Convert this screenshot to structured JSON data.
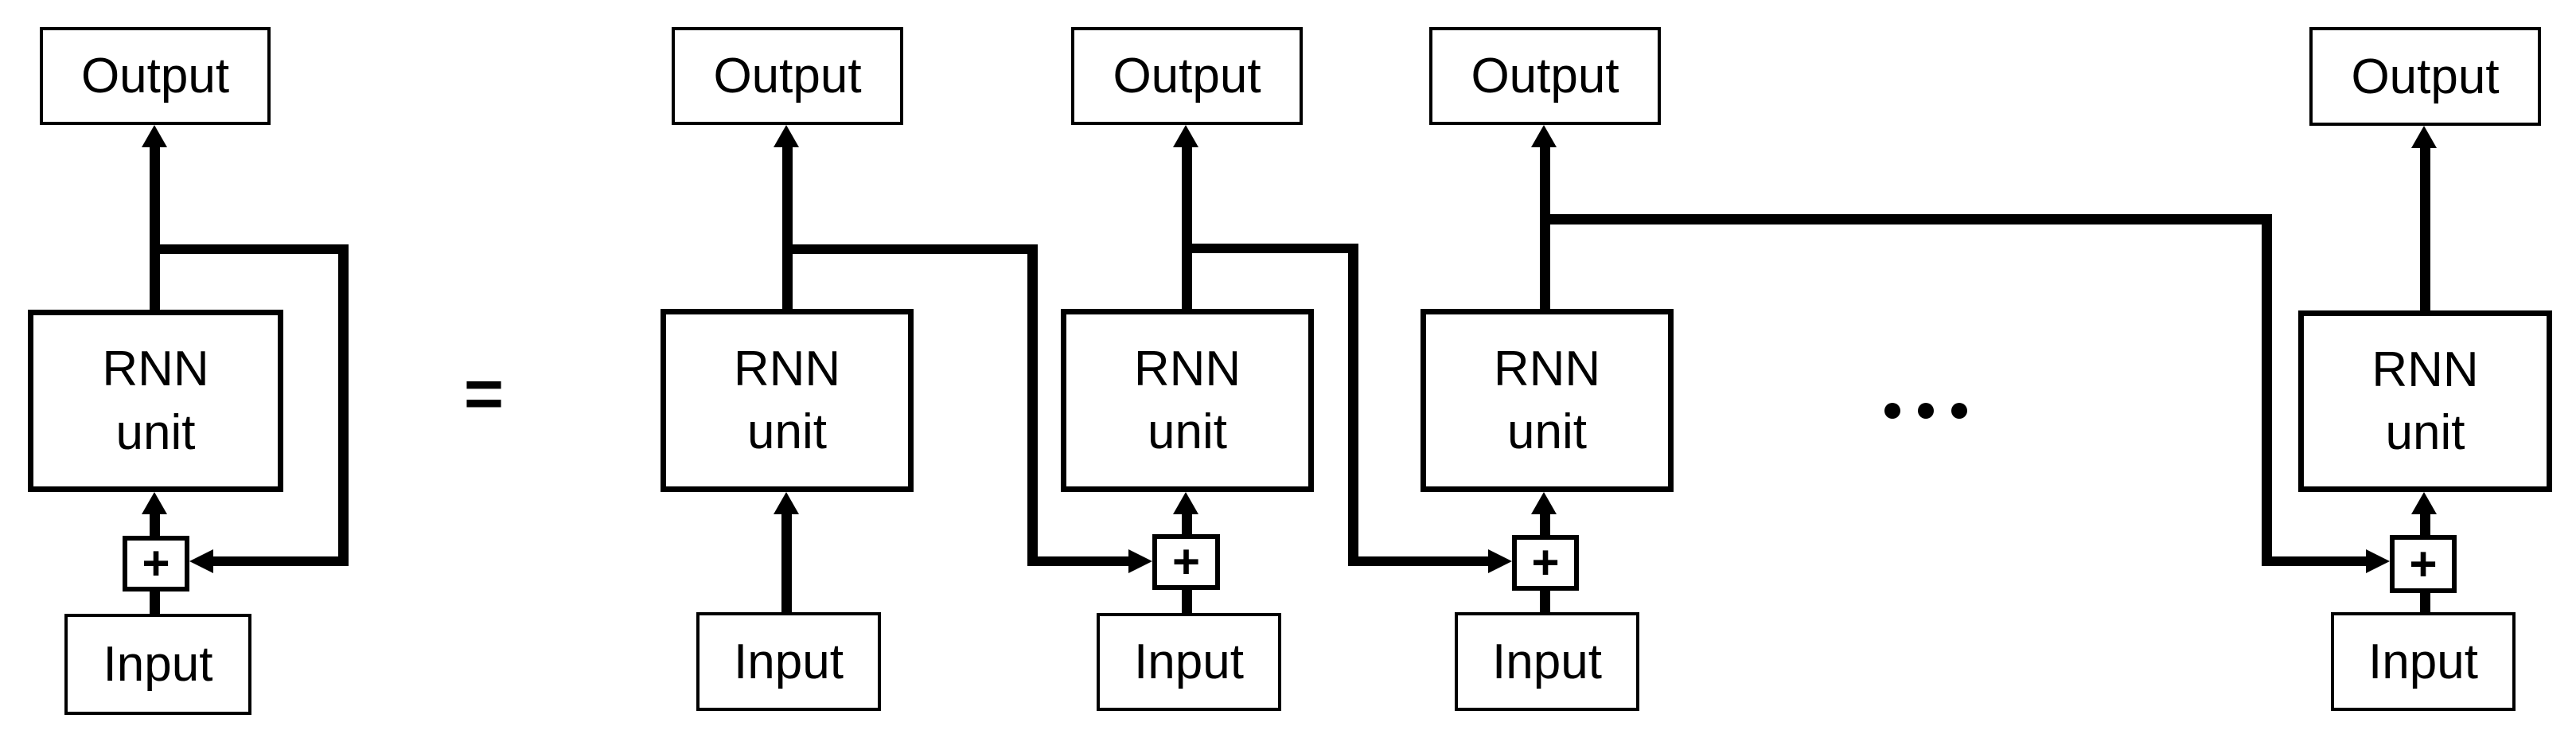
{
  "colors": {
    "ink": "#000000",
    "background": "#ffffff"
  },
  "equals_sign": "=",
  "ellipsis": {
    "dot_count": 3
  },
  "units": [
    {
      "name": "folded-recurrent-unit",
      "output_label": "Output",
      "rnn_line1": "RNN",
      "rnn_line2": "unit",
      "plus_label": "+",
      "input_label": "Input"
    },
    {
      "name": "unrolled-step-1",
      "output_label": "Output",
      "rnn_line1": "RNN",
      "rnn_line2": "unit",
      "input_label": "Input"
    },
    {
      "name": "unrolled-step-2",
      "output_label": "Output",
      "rnn_line1": "RNN",
      "rnn_line2": "unit",
      "plus_label": "+",
      "input_label": "Input"
    },
    {
      "name": "unrolled-step-3",
      "output_label": "Output",
      "rnn_line1": "RNN",
      "rnn_line2": "unit",
      "plus_label": "+",
      "input_label": "Input"
    },
    {
      "name": "unrolled-step-last",
      "output_label": "Output",
      "rnn_line1": "RNN",
      "rnn_line2": "unit",
      "plus_label": "+",
      "input_label": "Input"
    }
  ]
}
